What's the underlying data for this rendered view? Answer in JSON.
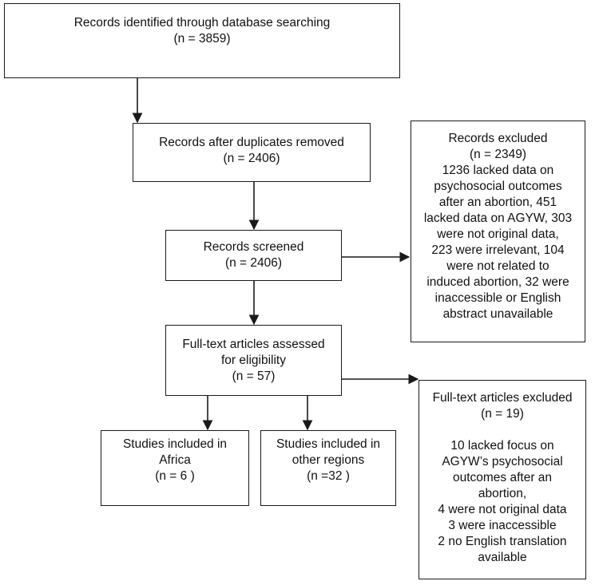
{
  "boxes": {
    "identified": {
      "lines": [
        "Records identified through database searching",
        "(n =  3859)"
      ]
    },
    "after_duplicates": {
      "lines": [
        "Records after duplicates removed",
        "(n =  2406)"
      ]
    },
    "screened": {
      "lines": [
        "Records screened",
        "(n =  2406)"
      ]
    },
    "full_text": {
      "lines": [
        "Full-text articles assessed",
        "for eligibility",
        "(n =  57)"
      ]
    },
    "africa": {
      "lines": [
        "Studies included in",
        "Africa",
        "(n = 6 )"
      ]
    },
    "other_regions": {
      "lines": [
        "Studies included in",
        "other regions",
        "(n =32 )"
      ]
    },
    "records_excluded": {
      "lines": [
        "Records excluded",
        "(n = 2349)",
        "1236 lacked data on",
        "psychosocial outcomes",
        "after an abortion, 451",
        "lacked data on AGYW, 303",
        "were not original data,",
        "223 were irrelevant, 104",
        "were not related to",
        "induced abortion, 32 were",
        "inaccessible or English",
        "abstract unavailable"
      ]
    },
    "fulltext_excluded": {
      "title": "Full-text articles excluded",
      "count": "(n =  19)",
      "lines": [
        "10 lacked focus on",
        "AGYW’s psychosocial",
        "outcomes after an",
        "abortion,",
        "4 were not original data",
        "3 were inaccessible",
        "2 no English translation",
        "available"
      ]
    }
  }
}
